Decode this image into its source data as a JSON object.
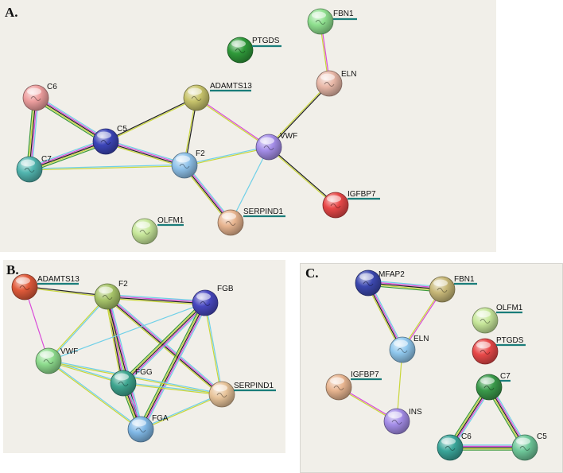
{
  "panels": [
    {
      "id": "A",
      "letter": "A.",
      "nodes": [
        {
          "id": "FBN1",
          "label": "FBN1",
          "color": "#8fe08f",
          "underline": true
        },
        {
          "id": "PTGDS",
          "label": "PTGDS",
          "color": "#2f9a3a",
          "underline": true
        },
        {
          "id": "ELN",
          "label": "ELN",
          "color": "#e9b8a8",
          "underline": false
        },
        {
          "id": "C6",
          "label": "C6",
          "color": "#ee9f9f",
          "underline": false
        },
        {
          "id": "ADAMTS13",
          "label": "ADAMTS13",
          "color": "#c8c46c",
          "underline": true
        },
        {
          "id": "C5",
          "label": "C5",
          "color": "#3c45b8",
          "underline": false
        },
        {
          "id": "VWF",
          "label": "VWF",
          "color": "#a48de8",
          "underline": false
        },
        {
          "id": "F2",
          "label": "F2",
          "color": "#8fc2ea",
          "underline": false
        },
        {
          "id": "C7",
          "label": "C7",
          "color": "#52b6b0",
          "underline": false
        },
        {
          "id": "IGFBP7",
          "label": "IGFBP7",
          "color": "#e84848",
          "underline": true
        },
        {
          "id": "OLFM1",
          "label": "OLFM1",
          "color": "#c7e79a",
          "underline": true
        },
        {
          "id": "SERPIND1",
          "label": "SERPIND1",
          "color": "#e8b590",
          "underline": true
        }
      ],
      "edges": [
        {
          "from": "FBN1",
          "to": "ELN",
          "colors": [
            "#d94bd9",
            "#c9d63a"
          ]
        },
        {
          "from": "ELN",
          "to": "VWF",
          "colors": [
            "#222222",
            "#c9d63a"
          ]
        },
        {
          "from": "C6",
          "to": "C7",
          "colors": [
            "#6fd0e8",
            "#d94bd9",
            "#222222",
            "#c9d63a",
            "#3a9a3a"
          ]
        },
        {
          "from": "C6",
          "to": "C5",
          "colors": [
            "#6fd0e8",
            "#d94bd9",
            "#222222",
            "#c9d63a",
            "#3a9a3a"
          ]
        },
        {
          "from": "C7",
          "to": "C5",
          "colors": [
            "#6fd0e8",
            "#d94bd9",
            "#222222",
            "#c9d63a",
            "#3a9a3a"
          ]
        },
        {
          "from": "C7",
          "to": "F2",
          "colors": [
            "#6fd0e8",
            "#c9d63a"
          ]
        },
        {
          "from": "C5",
          "to": "ADAMTS13",
          "colors": [
            "#222222",
            "#c9d63a"
          ]
        },
        {
          "from": "C5",
          "to": "F2",
          "colors": [
            "#6fd0e8",
            "#d94bd9",
            "#222222",
            "#c9d63a"
          ]
        },
        {
          "from": "ADAMTS13",
          "to": "F2",
          "colors": [
            "#222222",
            "#c9d63a"
          ]
        },
        {
          "from": "ADAMTS13",
          "to": "VWF",
          "colors": [
            "#d94bd9",
            "#c9d63a"
          ]
        },
        {
          "from": "F2",
          "to": "VWF",
          "colors": [
            "#6fd0e8",
            "#c9d63a"
          ]
        },
        {
          "from": "F2",
          "to": "SERPIND1",
          "colors": [
            "#6fd0e8",
            "#d94bd9",
            "#222222",
            "#c9d63a"
          ]
        },
        {
          "from": "VWF",
          "to": "SERPIND1",
          "colors": [
            "#6fd0e8"
          ]
        },
        {
          "from": "VWF",
          "to": "IGFBP7",
          "colors": [
            "#222222",
            "#c9d63a"
          ]
        }
      ]
    },
    {
      "id": "B",
      "letter": "B.",
      "nodes": [
        {
          "id": "ADAMTS13",
          "label": "ADAMTS13",
          "color": "#e05a3a",
          "underline": true
        },
        {
          "id": "F2",
          "label": "F2",
          "color": "#a8c56a",
          "underline": false
        },
        {
          "id": "FGB",
          "label": "FGB",
          "color": "#4848c0",
          "underline": false
        },
        {
          "id": "VWF",
          "label": "VWF",
          "color": "#8edc8e",
          "underline": false
        },
        {
          "id": "FGG",
          "label": "FGG",
          "color": "#3fa690",
          "underline": false
        },
        {
          "id": "SERPIND1",
          "label": "SERPIND1",
          "color": "#e8c49a",
          "underline": true
        },
        {
          "id": "FGA",
          "label": "FGA",
          "color": "#80b8e6",
          "underline": false
        }
      ],
      "edges": [
        {
          "from": "ADAMTS13",
          "to": "F2",
          "colors": [
            "#222222",
            "#c9d63a"
          ]
        },
        {
          "from": "ADAMTS13",
          "to": "VWF",
          "colors": [
            "#d94bd9"
          ]
        },
        {
          "from": "F2",
          "to": "VWF",
          "colors": [
            "#6fd0e8",
            "#c9d63a"
          ]
        },
        {
          "from": "F2",
          "to": "FGG",
          "colors": [
            "#6fd0e8",
            "#d94bd9",
            "#222222",
            "#c9d63a"
          ]
        },
        {
          "from": "F2",
          "to": "FGA",
          "colors": [
            "#6fd0e8",
            "#d94bd9",
            "#222222",
            "#c9d63a"
          ]
        },
        {
          "from": "F2",
          "to": "FGB",
          "colors": [
            "#6fd0e8",
            "#d94bd9",
            "#222222",
            "#c9d63a"
          ]
        },
        {
          "from": "F2",
          "to": "SERPIND1",
          "colors": [
            "#6fd0e8",
            "#d94bd9",
            "#222222",
            "#c9d63a"
          ]
        },
        {
          "from": "FGB",
          "to": "FGG",
          "colors": [
            "#6fd0e8",
            "#d94bd9",
            "#222222",
            "#c9d63a",
            "#3a9a3a"
          ]
        },
        {
          "from": "FGB",
          "to": "FGA",
          "colors": [
            "#6fd0e8",
            "#d94bd9",
            "#222222",
            "#c9d63a",
            "#3a9a3a"
          ]
        },
        {
          "from": "FGB",
          "to": "VWF",
          "colors": [
            "#6fd0e8"
          ]
        },
        {
          "from": "FGB",
          "to": "SERPIND1",
          "colors": [
            "#6fd0e8",
            "#c9d63a"
          ]
        },
        {
          "from": "FGG",
          "to": "FGA",
          "colors": [
            "#6fd0e8",
            "#d94bd9",
            "#222222",
            "#c9d63a",
            "#3a9a3a"
          ]
        },
        {
          "from": "FGG",
          "to": "SERPIND1",
          "colors": [
            "#6fd0e8",
            "#c9d63a"
          ]
        },
        {
          "from": "VWF",
          "to": "FGG",
          "colors": [
            "#6fd0e8",
            "#c9d63a"
          ]
        },
        {
          "from": "VWF",
          "to": "FGA",
          "colors": [
            "#6fd0e8",
            "#c9d63a"
          ]
        },
        {
          "from": "VWF",
          "to": "SERPIND1",
          "colors": [
            "#6fd0e8",
            "#c9d63a"
          ]
        },
        {
          "from": "FGA",
          "to": "SERPIND1",
          "colors": [
            "#6fd0e8",
            "#c9d63a"
          ]
        }
      ]
    },
    {
      "id": "C",
      "letter": "C.",
      "nodes": [
        {
          "id": "MFAP2",
          "label": "MFAP2",
          "color": "#3c48b0",
          "underline": false
        },
        {
          "id": "FBN1",
          "label": "FBN1",
          "color": "#c8b878",
          "underline": true
        },
        {
          "id": "OLFM1",
          "label": "OLFM1",
          "color": "#c7e79a",
          "underline": true
        },
        {
          "id": "ELN",
          "label": "ELN",
          "color": "#90c8ee",
          "underline": false
        },
        {
          "id": "PTGDS",
          "label": "PTGDS",
          "color": "#e84848",
          "underline": true
        },
        {
          "id": "IGFBP7",
          "label": "IGFBP7",
          "color": "#e8b590",
          "underline": true
        },
        {
          "id": "C7",
          "label": "C7",
          "color": "#3a9a4a",
          "underline": true
        },
        {
          "id": "INS",
          "label": "INS",
          "color": "#a48de8",
          "underline": false
        },
        {
          "id": "C6",
          "label": "C6",
          "color": "#3aa69a",
          "underline": false
        },
        {
          "id": "C5",
          "label": "C5",
          "color": "#6ec89a",
          "underline": false
        }
      ],
      "edges": [
        {
          "from": "MFAP2",
          "to": "FBN1",
          "colors": [
            "#6fd0e8",
            "#d94bd9",
            "#222222",
            "#c9d63a",
            "#3a9a3a"
          ]
        },
        {
          "from": "MFAP2",
          "to": "ELN",
          "colors": [
            "#6fd0e8",
            "#d94bd9",
            "#222222",
            "#c9d63a"
          ]
        },
        {
          "from": "FBN1",
          "to": "ELN",
          "colors": [
            "#d94bd9",
            "#c9d63a"
          ]
        },
        {
          "from": "ELN",
          "to": "INS",
          "colors": [
            "#c9d63a"
          ]
        },
        {
          "from": "IGFBP7",
          "to": "INS",
          "colors": [
            "#d94bd9",
            "#c9d63a"
          ]
        },
        {
          "from": "C7",
          "to": "C6",
          "colors": [
            "#6fd0e8",
            "#d94bd9",
            "#222222",
            "#c9d63a",
            "#3a9a3a"
          ]
        },
        {
          "from": "C7",
          "to": "C5",
          "colors": [
            "#6fd0e8",
            "#d94bd9",
            "#222222",
            "#c9d63a",
            "#3a9a3a"
          ]
        },
        {
          "from": "C6",
          "to": "C5",
          "colors": [
            "#6fd0e8",
            "#d94bd9",
            "#222222",
            "#c9d63a",
            "#3a9a3a"
          ]
        }
      ]
    }
  ]
}
